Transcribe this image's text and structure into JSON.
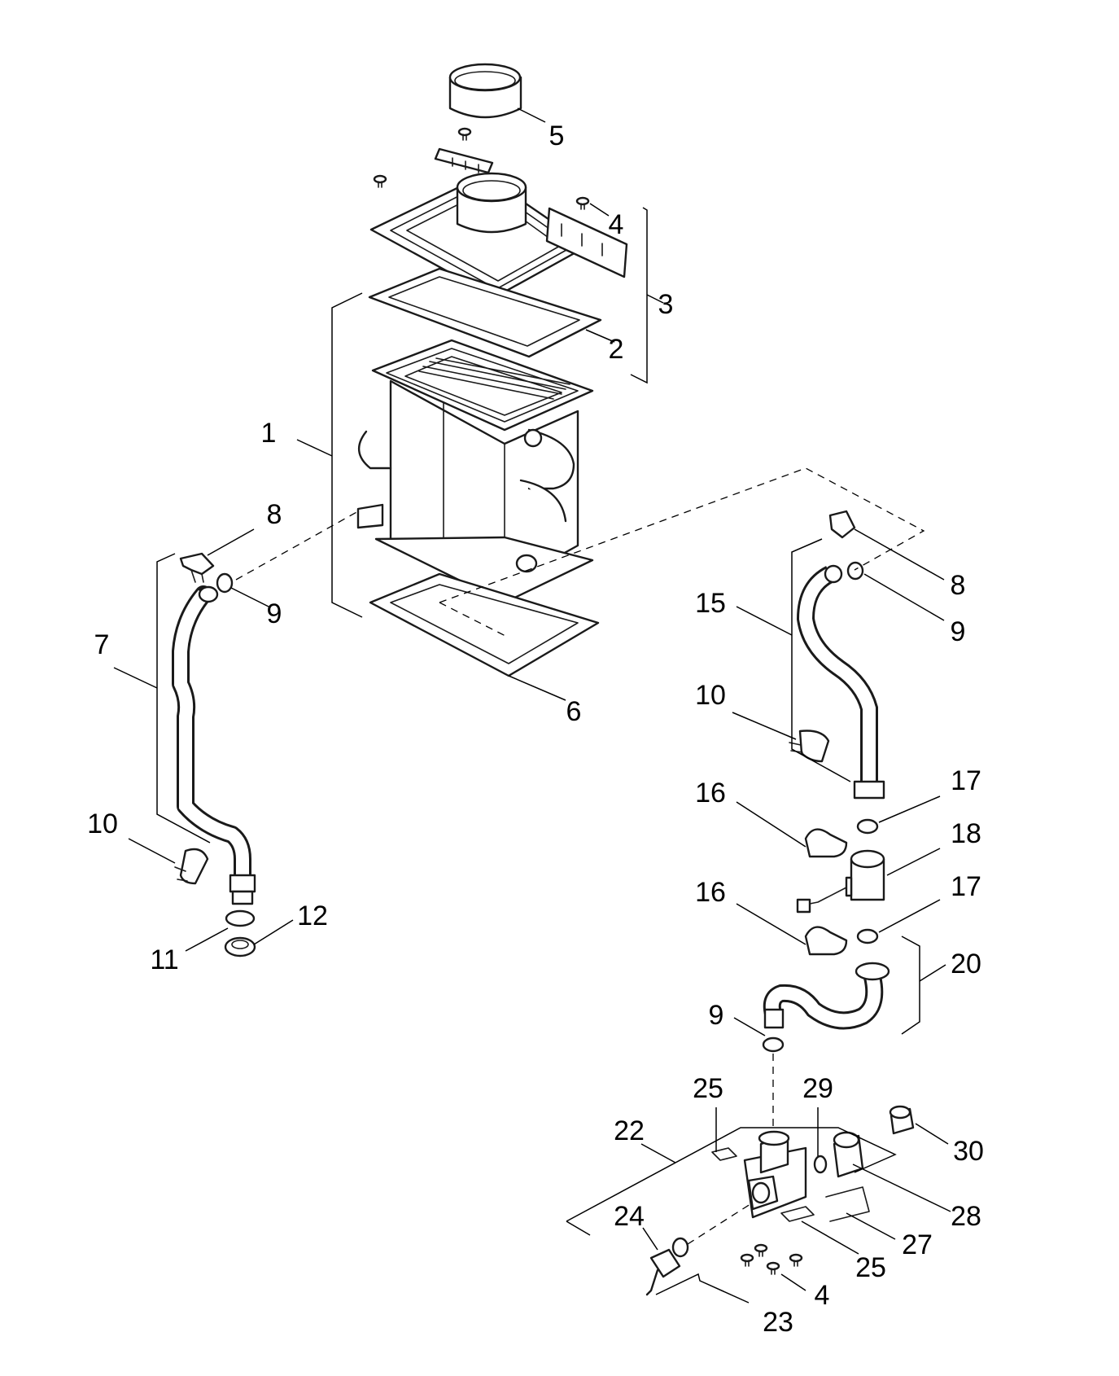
{
  "callouts": [
    {
      "id": "c1",
      "label": "1"
    },
    {
      "id": "c2",
      "label": "2"
    },
    {
      "id": "c3",
      "label": "3"
    },
    {
      "id": "c4a",
      "label": "4"
    },
    {
      "id": "c4b",
      "label": "4"
    },
    {
      "id": "c5",
      "label": "5"
    },
    {
      "id": "c6",
      "label": "6"
    },
    {
      "id": "c7",
      "label": "7"
    },
    {
      "id": "c8a",
      "label": "8"
    },
    {
      "id": "c8b",
      "label": "8"
    },
    {
      "id": "c9a",
      "label": "9"
    },
    {
      "id": "c9b",
      "label": "9"
    },
    {
      "id": "c9c",
      "label": "9"
    },
    {
      "id": "c10a",
      "label": "10"
    },
    {
      "id": "c10b",
      "label": "10"
    },
    {
      "id": "c11",
      "label": "11"
    },
    {
      "id": "c12",
      "label": "12"
    },
    {
      "id": "c15",
      "label": "15"
    },
    {
      "id": "c16a",
      "label": "16"
    },
    {
      "id": "c16b",
      "label": "16"
    },
    {
      "id": "c17a",
      "label": "17"
    },
    {
      "id": "c17b",
      "label": "17"
    },
    {
      "id": "c18",
      "label": "18"
    },
    {
      "id": "c20",
      "label": "20"
    },
    {
      "id": "c22",
      "label": "22"
    },
    {
      "id": "c23",
      "label": "23"
    },
    {
      "id": "c24",
      "label": "24"
    },
    {
      "id": "c25a",
      "label": "25"
    },
    {
      "id": "c25b",
      "label": "25"
    },
    {
      "id": "c27",
      "label": "27"
    },
    {
      "id": "c28",
      "label": "28"
    },
    {
      "id": "c29",
      "label": "29"
    },
    {
      "id": "c30",
      "label": "30"
    }
  ]
}
